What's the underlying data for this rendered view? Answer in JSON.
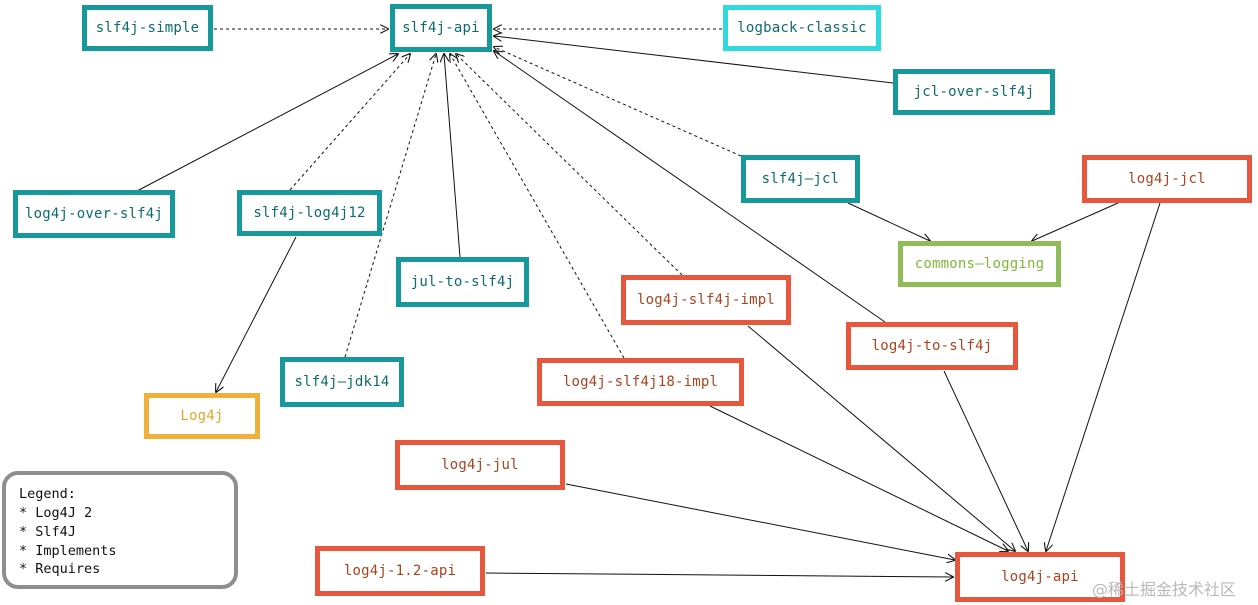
{
  "nodes": {
    "slf4j_simple": "slf4j-simple",
    "slf4j_api": "slf4j-api",
    "logback_classic": "logback-classic",
    "jcl_over_slf4j": "jcl-over-slf4j",
    "log4j_over_slf4j": "log4j-over-slf4j",
    "slf4j_log4j12": "slf4j-log4j12",
    "jul_to_slf4j": "jul-to-slf4j",
    "slf4j_jcl": "slf4j—jcl",
    "log4j_jcl": "log4j-jcl",
    "commons_logging": "commons—logging",
    "log4j_slf4j_impl": "log4j-slf4j-impl",
    "log4j_to_slf4j": "log4j-to-slf4j",
    "log4j": "Log4j",
    "slf4j_jdk14": "slf4j—jdk14",
    "log4j_slf4j18_impl": "log4j-slf4j18-impl",
    "log4j_jul": "log4j-jul",
    "log4j_12_api": "log4j-1.2-api",
    "log4j_api": "log4j-api"
  },
  "legend": {
    "title": "Legend:",
    "log4j2": "* Log4J 2",
    "slf4j": "* Slf4J",
    "implements": "* Implements",
    "requires": "* Requires"
  },
  "colors": {
    "log4j2": "#e6573d",
    "slf4j": "#17999b",
    "logback": "#2fd9dd",
    "commons_logging": "#8fbb58",
    "log4j": "#f0b03a"
  },
  "edges": [
    {
      "from": "slf4j_simple",
      "to": "slf4j_api",
      "kind": "implements"
    },
    {
      "from": "logback_classic",
      "to": "slf4j_api",
      "kind": "implements"
    },
    {
      "from": "jcl_over_slf4j",
      "to": "slf4j_api",
      "kind": "requires"
    },
    {
      "from": "log4j_over_slf4j",
      "to": "slf4j_api",
      "kind": "requires"
    },
    {
      "from": "slf4j_log4j12",
      "to": "slf4j_api",
      "kind": "implements"
    },
    {
      "from": "slf4j_jdk14",
      "to": "slf4j_api",
      "kind": "implements"
    },
    {
      "from": "jul_to_slf4j",
      "to": "slf4j_api",
      "kind": "requires"
    },
    {
      "from": "log4j_slf4j18_impl",
      "to": "slf4j_api",
      "kind": "implements"
    },
    {
      "from": "log4j_slf4j_impl",
      "to": "slf4j_api",
      "kind": "implements"
    },
    {
      "from": "slf4j_jcl",
      "to": "slf4j_api",
      "kind": "implements"
    },
    {
      "from": "log4j_to_slf4j",
      "to": "slf4j_api",
      "kind": "requires"
    },
    {
      "from": "slf4j_log4j12",
      "to": "log4j",
      "kind": "requires"
    },
    {
      "from": "slf4j_jcl",
      "to": "commons_logging",
      "kind": "requires"
    },
    {
      "from": "log4j_jcl",
      "to": "commons_logging",
      "kind": "requires"
    },
    {
      "from": "log4j_jcl",
      "to": "log4j_api",
      "kind": "requires"
    },
    {
      "from": "log4j_to_slf4j",
      "to": "log4j_api",
      "kind": "requires"
    },
    {
      "from": "log4j_slf4j_impl",
      "to": "log4j_api",
      "kind": "requires"
    },
    {
      "from": "log4j_slf4j18_impl",
      "to": "log4j_api",
      "kind": "requires"
    },
    {
      "from": "log4j_jul",
      "to": "log4j_api",
      "kind": "requires"
    },
    {
      "from": "log4j_12_api",
      "to": "log4j_api",
      "kind": "requires"
    }
  ],
  "watermark": "@稀土掘金技术社区"
}
